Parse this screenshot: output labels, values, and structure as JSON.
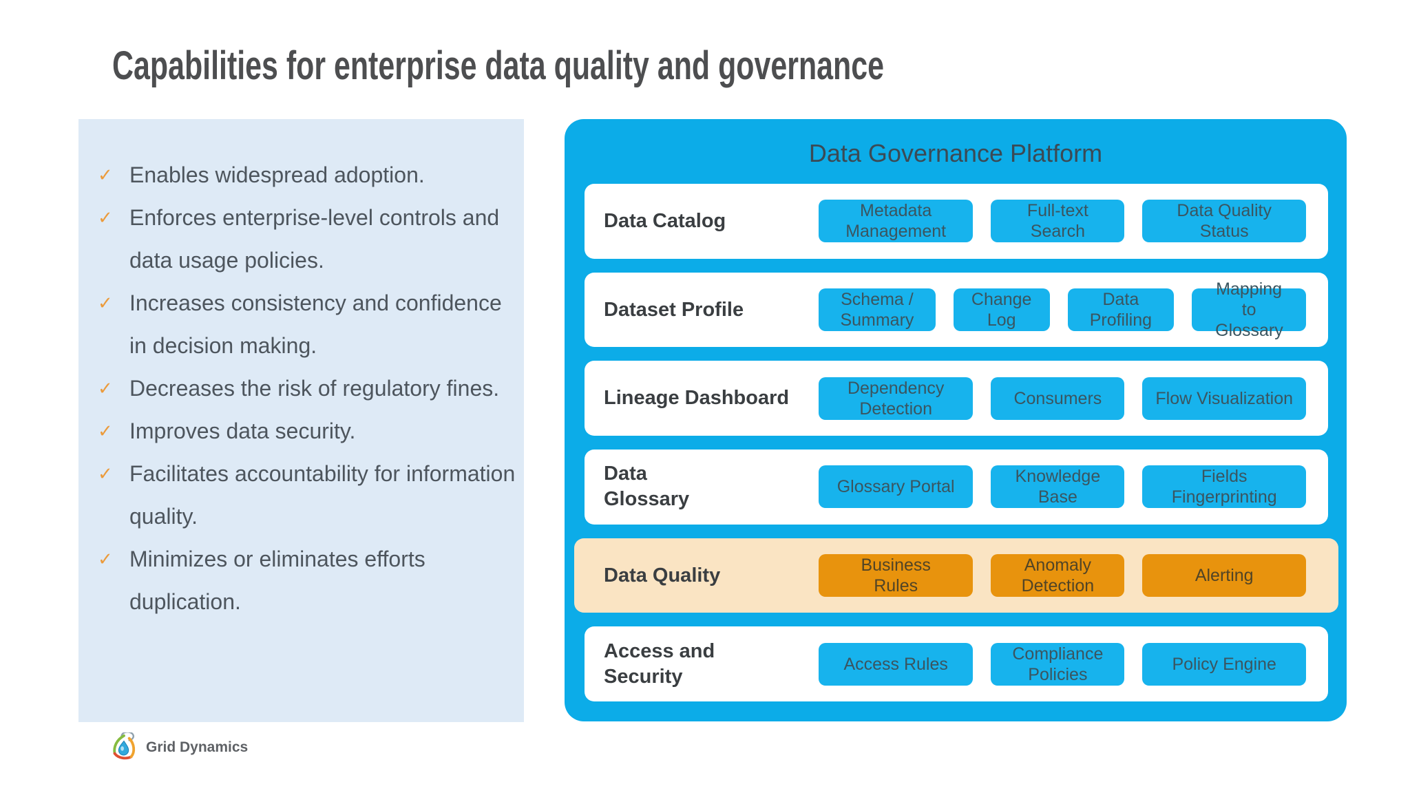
{
  "slide": {
    "title": "Capabilities for enterprise data quality and governance",
    "benefits": [
      "Enables widespread adoption.",
      "Enforces enterprise-level controls and data usage policies.",
      "Increases consistency and confidence in decision making.",
      "Decreases the risk of regulatory fines.",
      "Improves data security.",
      "Facilitates accountability for information quality.",
      "Minimizes or eliminates efforts duplication."
    ],
    "check_icon": "✓",
    "platform": {
      "title": "Data Governance Platform",
      "rows": [
        {
          "label": "Data Catalog",
          "highlight": false,
          "chips": [
            "Metadata Management",
            "Full-text Search",
            "Data Quality Status"
          ]
        },
        {
          "label": "Dataset Profile",
          "highlight": false,
          "chips": [
            "Schema / Summary",
            "Change Log",
            "Data Profiling",
            "Mapping to Glossary"
          ]
        },
        {
          "label": "Lineage Dashboard",
          "highlight": false,
          "chips": [
            "Dependency Detection",
            "Consumers",
            "Flow Visualization"
          ]
        },
        {
          "label": "Data Glossary",
          "highlight": false,
          "chips": [
            "Glossary Portal",
            "Knowledge Base",
            "Fields Fingerprinting"
          ]
        },
        {
          "label": "Data Quality",
          "highlight": true,
          "chips": [
            "Business Rules",
            "Anomaly Detection",
            "Alerting"
          ]
        },
        {
          "label": "Access and Security",
          "highlight": false,
          "chips": [
            "Access Rules",
            "Compliance Policies",
            "Policy Engine"
          ]
        }
      ]
    },
    "footer": {
      "logo_text": "Grid Dynamics"
    },
    "colors": {
      "platform_bg": "#0CACE8",
      "chip_blue": "#17B3ED",
      "highlight_row_bg": "#FAE4C3",
      "highlight_chip": "#E8930D",
      "left_panel_bg": "#DEEAF6",
      "check_orange": "#EB9B3C",
      "title_gray": "#4D4E50",
      "body_text": "#4D555D"
    }
  }
}
